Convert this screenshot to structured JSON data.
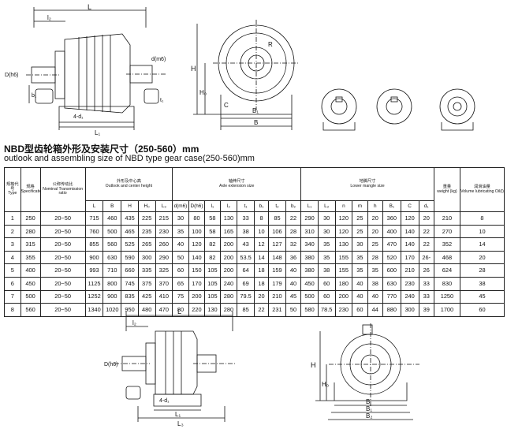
{
  "title_cn": "NBD型齿轮箱外形及安装尺寸（250-560）mm",
  "title_en": "outlook and assembling size of NBD type gear case(250-560)mm",
  "table": {
    "headers": {
      "type_cn": "规格代号",
      "type_en": "Type",
      "spec_cn": "规格",
      "spec_en": "Specification",
      "ratio_cn": "公称传动比",
      "ratio_en": "Nominal Transmission ratio",
      "outlook_cn": "外形及中心高",
      "outlook_en": "Outlook and center height",
      "axle_cn": "轴伸尺寸",
      "axle_en": "Axle extension size",
      "lower_cn": "地脚尺寸",
      "lower_en": "Lower mangle size",
      "weight_cn": "重量",
      "weight_en": "weight (kg)",
      "oil_cn": "润滑油量",
      "oil_en": "Volume lubricating Oil(l)"
    },
    "sub_columns": [
      "L",
      "B",
      "H",
      "H₀",
      "L₃",
      "d(m6)",
      "D(h6)",
      "l₁",
      "l₂",
      "t₁",
      "b₁",
      "t₂",
      "b₂",
      "L₁",
      "L₂",
      "n",
      "m",
      "h",
      "B₁",
      "C",
      "d₁"
    ],
    "rows": [
      [
        "1",
        "250",
        "20~50",
        "715",
        "460",
        "435",
        "225",
        "215",
        "30",
        "80",
        "58",
        "130",
        "33",
        "8",
        "85",
        "22",
        "290",
        "30",
        "120",
        "25",
        "20",
        "360",
        "120",
        "20",
        "210",
        "8"
      ],
      [
        "2",
        "280",
        "20~50",
        "760",
        "500",
        "465",
        "235",
        "230",
        "35",
        "100",
        "58",
        "165",
        "38",
        "10",
        "106",
        "28",
        "310",
        "30",
        "120",
        "25",
        "20",
        "400",
        "140",
        "22",
        "270",
        "10"
      ],
      [
        "3",
        "315",
        "20~50",
        "855",
        "560",
        "525",
        "265",
        "260",
        "40",
        "120",
        "82",
        "200",
        "43",
        "12",
        "127",
        "32",
        "340",
        "35",
        "130",
        "30",
        "25",
        "470",
        "140",
        "22",
        "352",
        "14"
      ],
      [
        "4",
        "355",
        "20~50",
        "900",
        "630",
        "590",
        "300",
        "290",
        "50",
        "140",
        "82",
        "200",
        "53.5",
        "14",
        "148",
        "36",
        "380",
        "35",
        "155",
        "35",
        "28",
        "520",
        "170",
        "26-",
        "468",
        "20"
      ],
      [
        "5",
        "400",
        "20~50",
        "993",
        "710",
        "660",
        "335",
        "325",
        "60",
        "150",
        "105",
        "200",
        "64",
        "18",
        "159",
        "40",
        "380",
        "38",
        "155",
        "35",
        "35",
        "600",
        "210",
        "26",
        "624",
        "28"
      ],
      [
        "6",
        "450",
        "20~50",
        "1125",
        "800",
        "745",
        "375",
        "370",
        "65",
        "170",
        "105",
        "240",
        "69",
        "18",
        "179",
        "40",
        "450",
        "60",
        "180",
        "40",
        "38",
        "630",
        "230",
        "33",
        "830",
        "38"
      ],
      [
        "7",
        "500",
        "20~50",
        "1252",
        "900",
        "835",
        "425",
        "410",
        "75",
        "200",
        "105",
        "280",
        "79.5",
        "20",
        "210",
        "45",
        "500",
        "60",
        "200",
        "40",
        "40",
        "770",
        "240",
        "33",
        "1250",
        "45"
      ],
      [
        "8",
        "560",
        "20~50",
        "1340",
        "1020",
        "950",
        "480",
        "470",
        "80",
        "220",
        "130",
        "280",
        "85",
        "22",
        "231",
        "50",
        "580",
        "78.5",
        "230",
        "60",
        "44",
        "880",
        "300",
        "39",
        "1700",
        "60"
      ]
    ]
  },
  "drawing_labels": {
    "L": "L",
    "l2": "l₂",
    "l1": "l₁",
    "D_h6": "D(h6)",
    "d_m6": "d(m6)",
    "H": "H",
    "H0": "H₀",
    "B": "B",
    "B1": "B₁",
    "B2": "B₂",
    "C": "C",
    "L1": "L₁",
    "L2": "L₂",
    "L3": "L₃",
    "b1": "b₁",
    "t1": "t₁",
    "R": "R",
    "n_d1": "4-d₁"
  }
}
